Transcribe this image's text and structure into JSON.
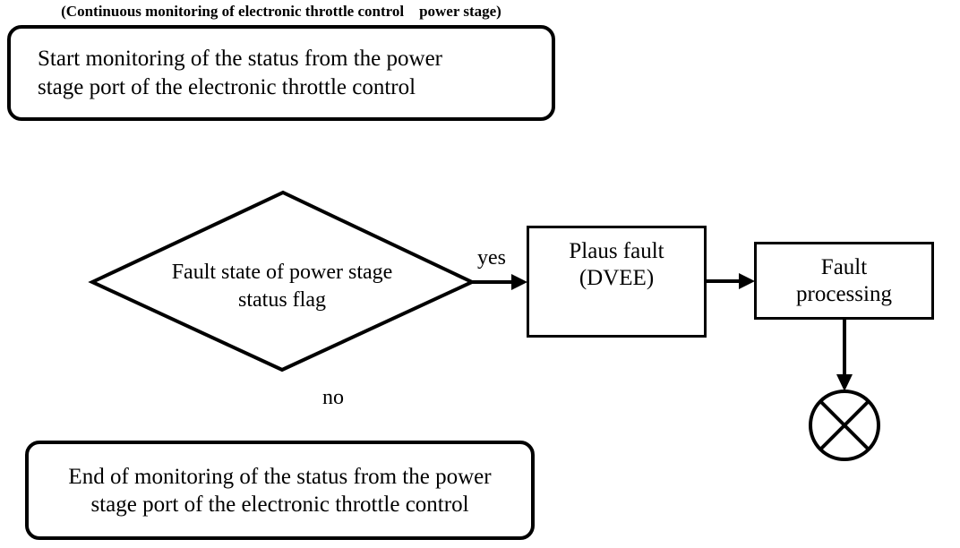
{
  "caption": "(Continuous monitoring of electronic throttle control    power stage)",
  "nodes": {
    "start": {
      "type": "rounded-terminal",
      "lines": [
        "Start monitoring of the status from the power",
        "stage port of the electronic throttle control"
      ]
    },
    "decision": {
      "type": "diamond",
      "lines": [
        "Fault state of power stage",
        "status flag"
      ]
    },
    "plaus_fault": {
      "type": "process",
      "lines": [
        "Plaus fault",
        "(DVEE)"
      ]
    },
    "fault_processing": {
      "type": "process",
      "lines": [
        "Fault",
        "processing"
      ]
    },
    "end": {
      "type": "rounded-terminal",
      "lines": [
        "End of monitoring of the status from the power",
        "stage port of the electronic throttle control"
      ]
    },
    "terminator": {
      "type": "circle-x-symbol"
    }
  },
  "edges": {
    "yes_label": "yes",
    "no_label": "no"
  },
  "colors": {
    "stroke": "#000000",
    "background": "#ffffff"
  }
}
